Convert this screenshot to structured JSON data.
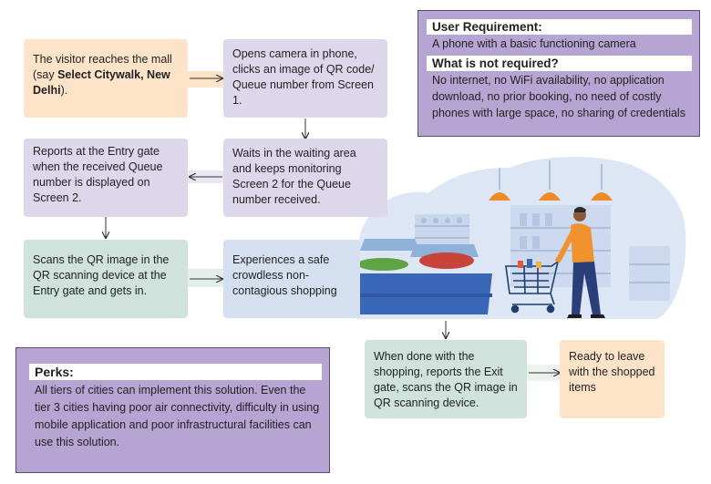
{
  "steps": {
    "visitor_prefix": "The visitor reaches the mall (say ",
    "visitor_bold": "Select Citywalk, New Delhi",
    "visitor_suffix": ").",
    "opens_camera": "Opens camera in phone, clicks an image of QR code/ Queue number from Screen 1.",
    "waits": "Waits in the waiting area and keeps monitoring Screen 2 for the Queue number received.",
    "reports_entry": "Reports at the Entry gate when the received Queue number is displayed on Screen 2.",
    "scans_entry": "Scans the QR image in the QR scanning device at the Entry gate and gets in.",
    "experiences": "Experiences a safe crowdless non-contagious shopping",
    "exit": "When done with the shopping, reports the Exit gate, scans the QR image in QR scanning device.",
    "ready": "Ready to leave with the shopped items"
  },
  "requirements": {
    "user_requirement_title": "User Requirement:",
    "user_requirement_text": "A phone with a basic functioning camera",
    "not_required_title": "What is not required?",
    "not_required_text": "No internet, no WiFi availability, no application download, no prior booking, no need of costly phones with large space, no sharing of credentials"
  },
  "perks": {
    "title": "Perks:",
    "text": "All tiers of cities can implement this solution. Even the tier 3 cities having poor air connectivity, difficulty in using mobile application and poor infrastructural facilities can use this solution."
  },
  "colors": {
    "peach": "#fde3c8",
    "lavender": "#ddd7ec",
    "green": "#cfe2dc",
    "blue": "#d4e0f0",
    "panel": "#b6a4d2",
    "illustration_bg": "#dde6f4",
    "man_shirt": "#f0922e",
    "man_pants": "#2a3f7a"
  },
  "illustration": {
    "icons": [
      "pendant-lamp-icon",
      "shelf-icon",
      "produce-stand-icon",
      "shopping-cart-icon",
      "shopper-icon"
    ]
  }
}
